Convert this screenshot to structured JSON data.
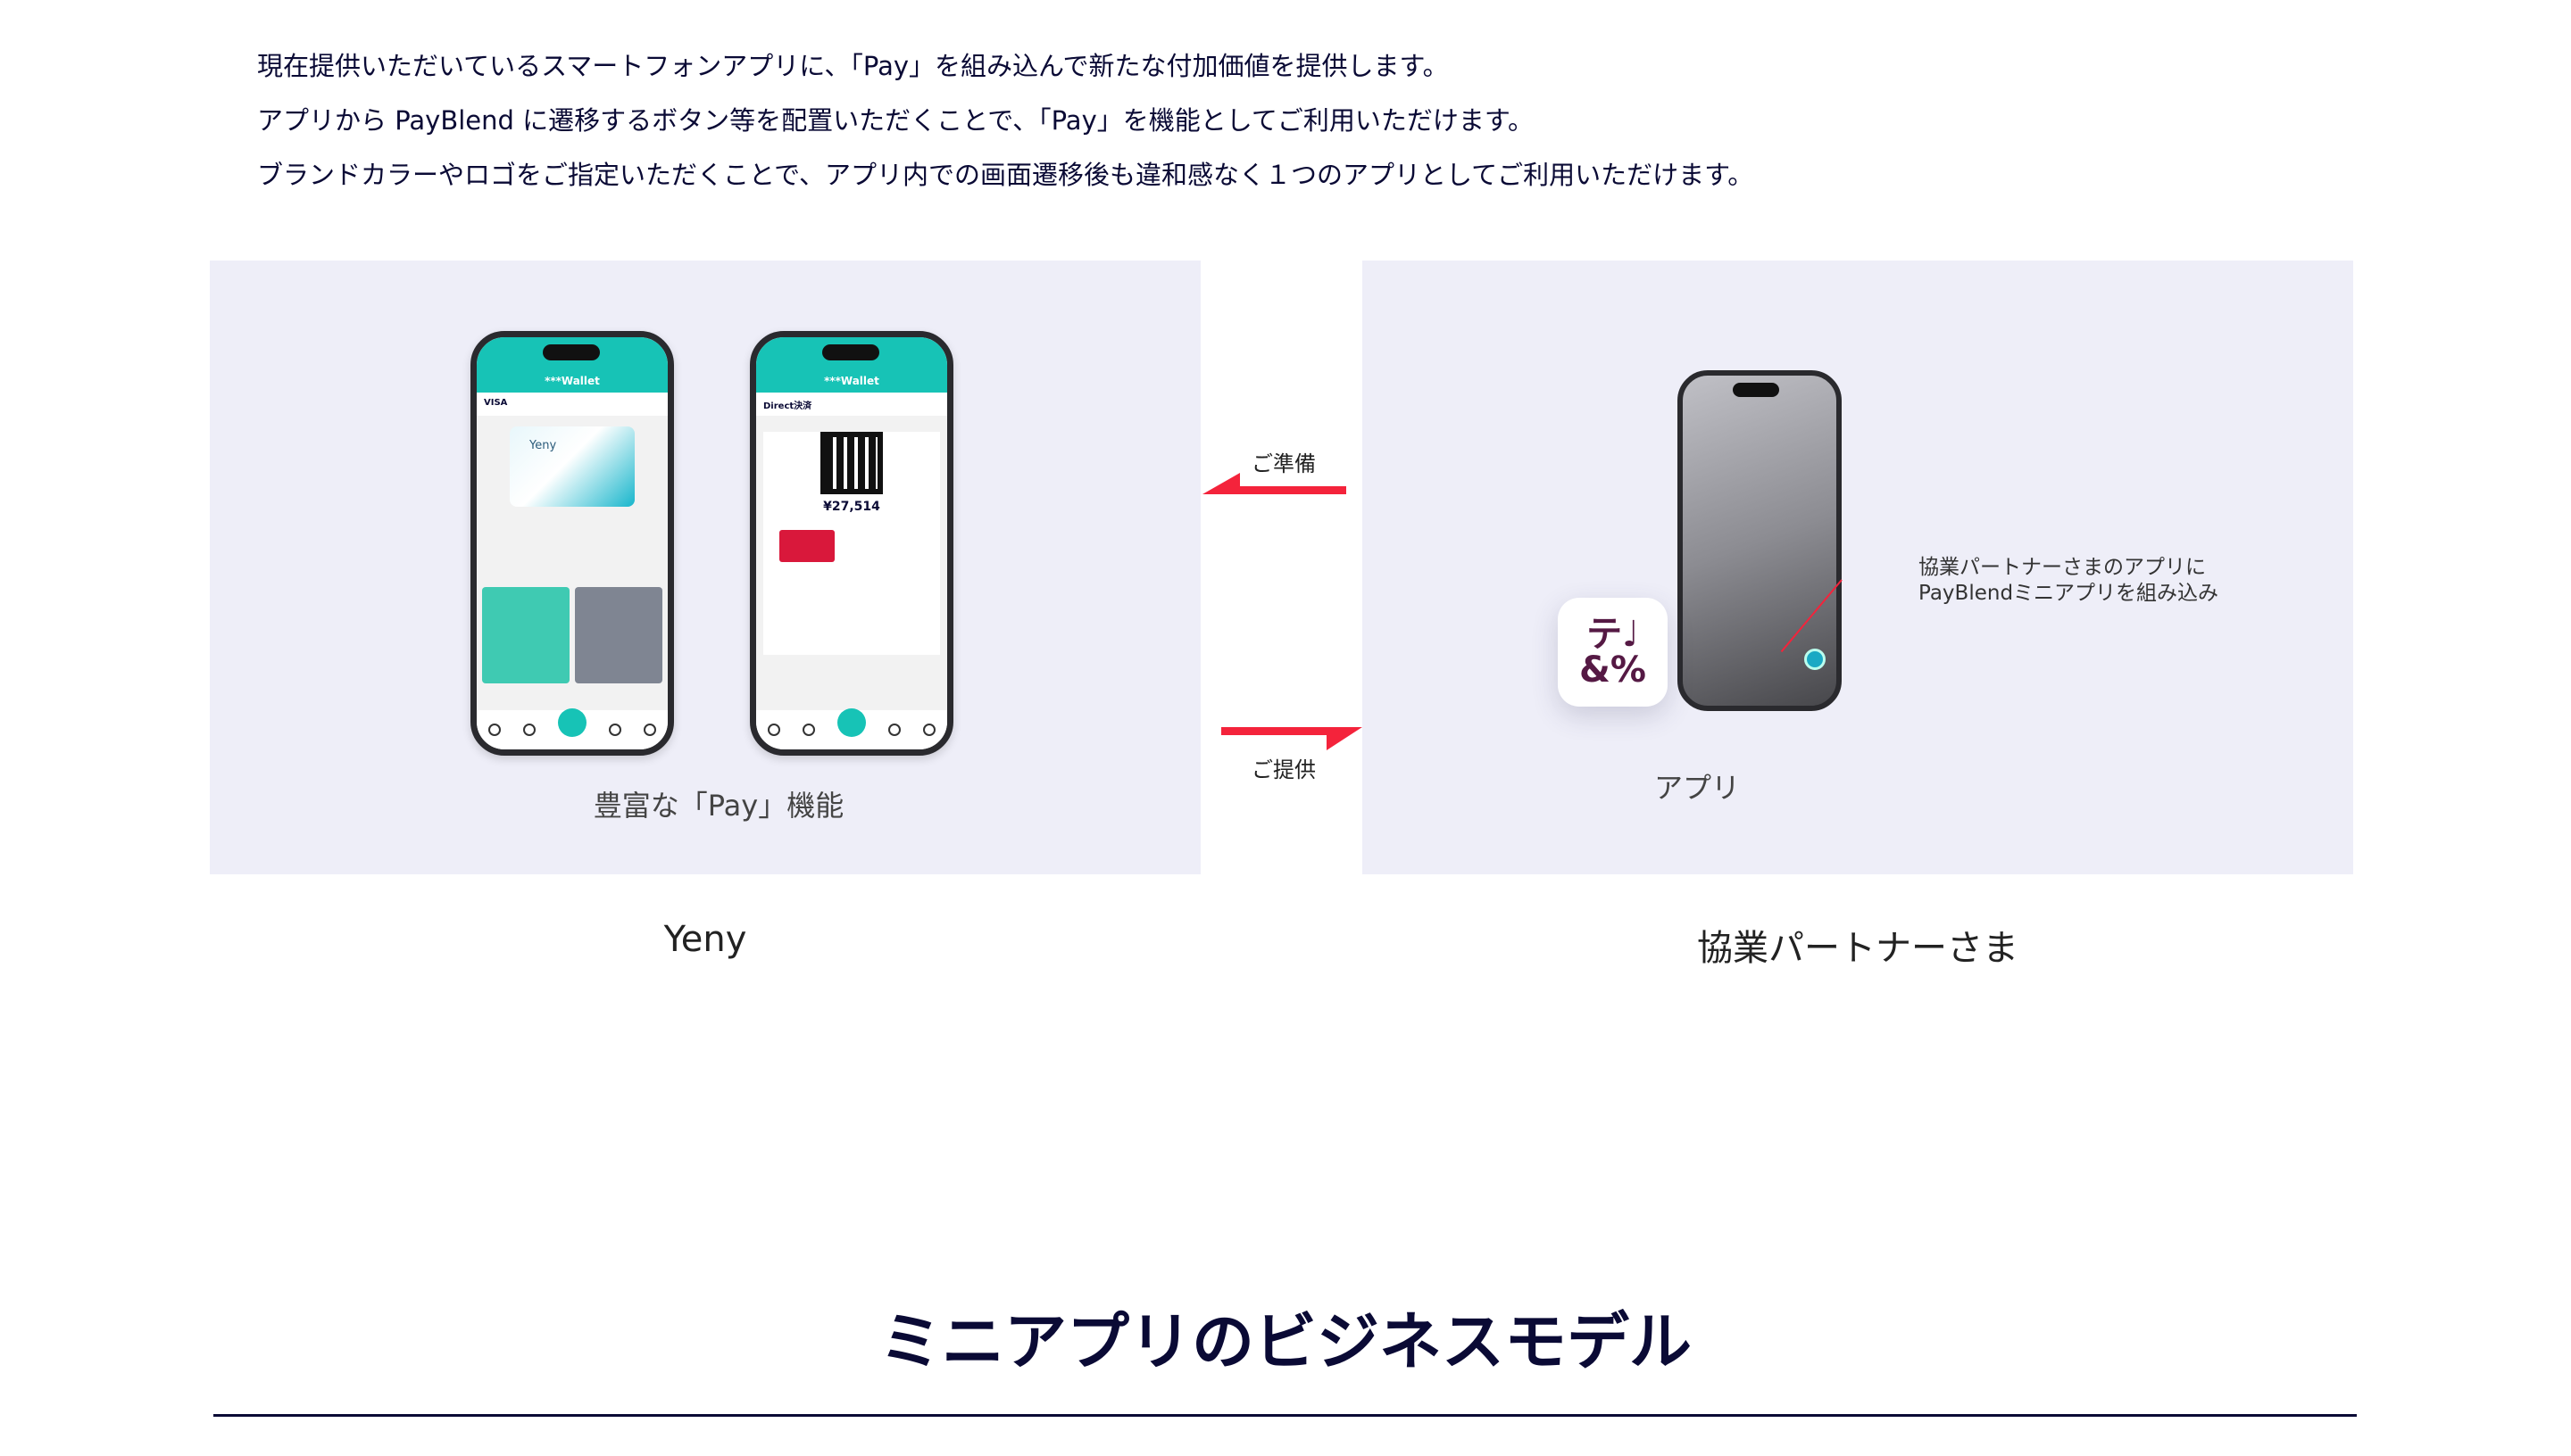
{
  "intro": [
    "現在提供いただいているスマートフォンアプリに、「Pay」を組み込んで新たな付加価値を提供します。",
    "アプリから PayBlend に遷移するボタン等を配置いただくことで、「Pay」を機能としてご利用いただけます。",
    "ブランドカラーやロゴをご指定いただくことで、アプリ内での画面遷移後も違和感なく１つのアプリとしてご利用いただけます。"
  ],
  "left_panel": {
    "phone1": {
      "title": "***Wallet",
      "sub": "VISA",
      "card": "Yeny"
    },
    "phone2": {
      "title": "***Wallet",
      "sub": "Direct決済",
      "amount": "¥27,514"
    },
    "label": "豊富な「Pay」機能",
    "caption": "Yeny"
  },
  "arrows": {
    "prepare": "ご準備",
    "provide": "ご提供",
    "color": "#f4233b"
  },
  "right_panel": {
    "app_icon_text": "テ♩&%",
    "note": [
      "協業パートナーさまのアプリに",
      "PayBlendミニアプリを組み込み"
    ],
    "label": "アプリ",
    "caption": "協業パートナーさま"
  },
  "section_heading": "ミニアプリのビジネスモデル"
}
